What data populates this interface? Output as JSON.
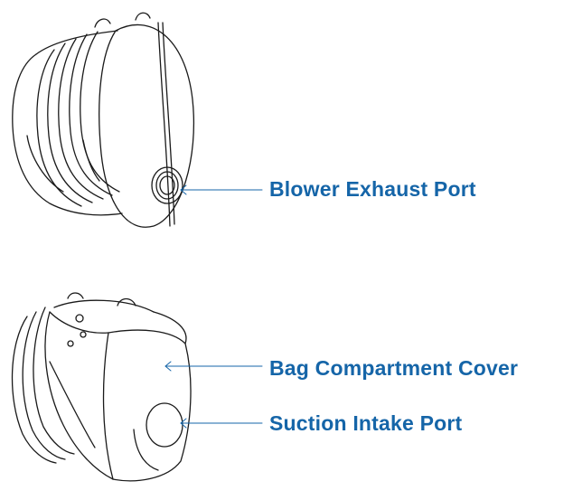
{
  "accent_color": "#1565a8",
  "labels": {
    "blower_exhaust": "Blower Exhaust Port",
    "bag_cover": "Bag Compartment Cover",
    "suction_intake": "Suction Intake Port"
  }
}
